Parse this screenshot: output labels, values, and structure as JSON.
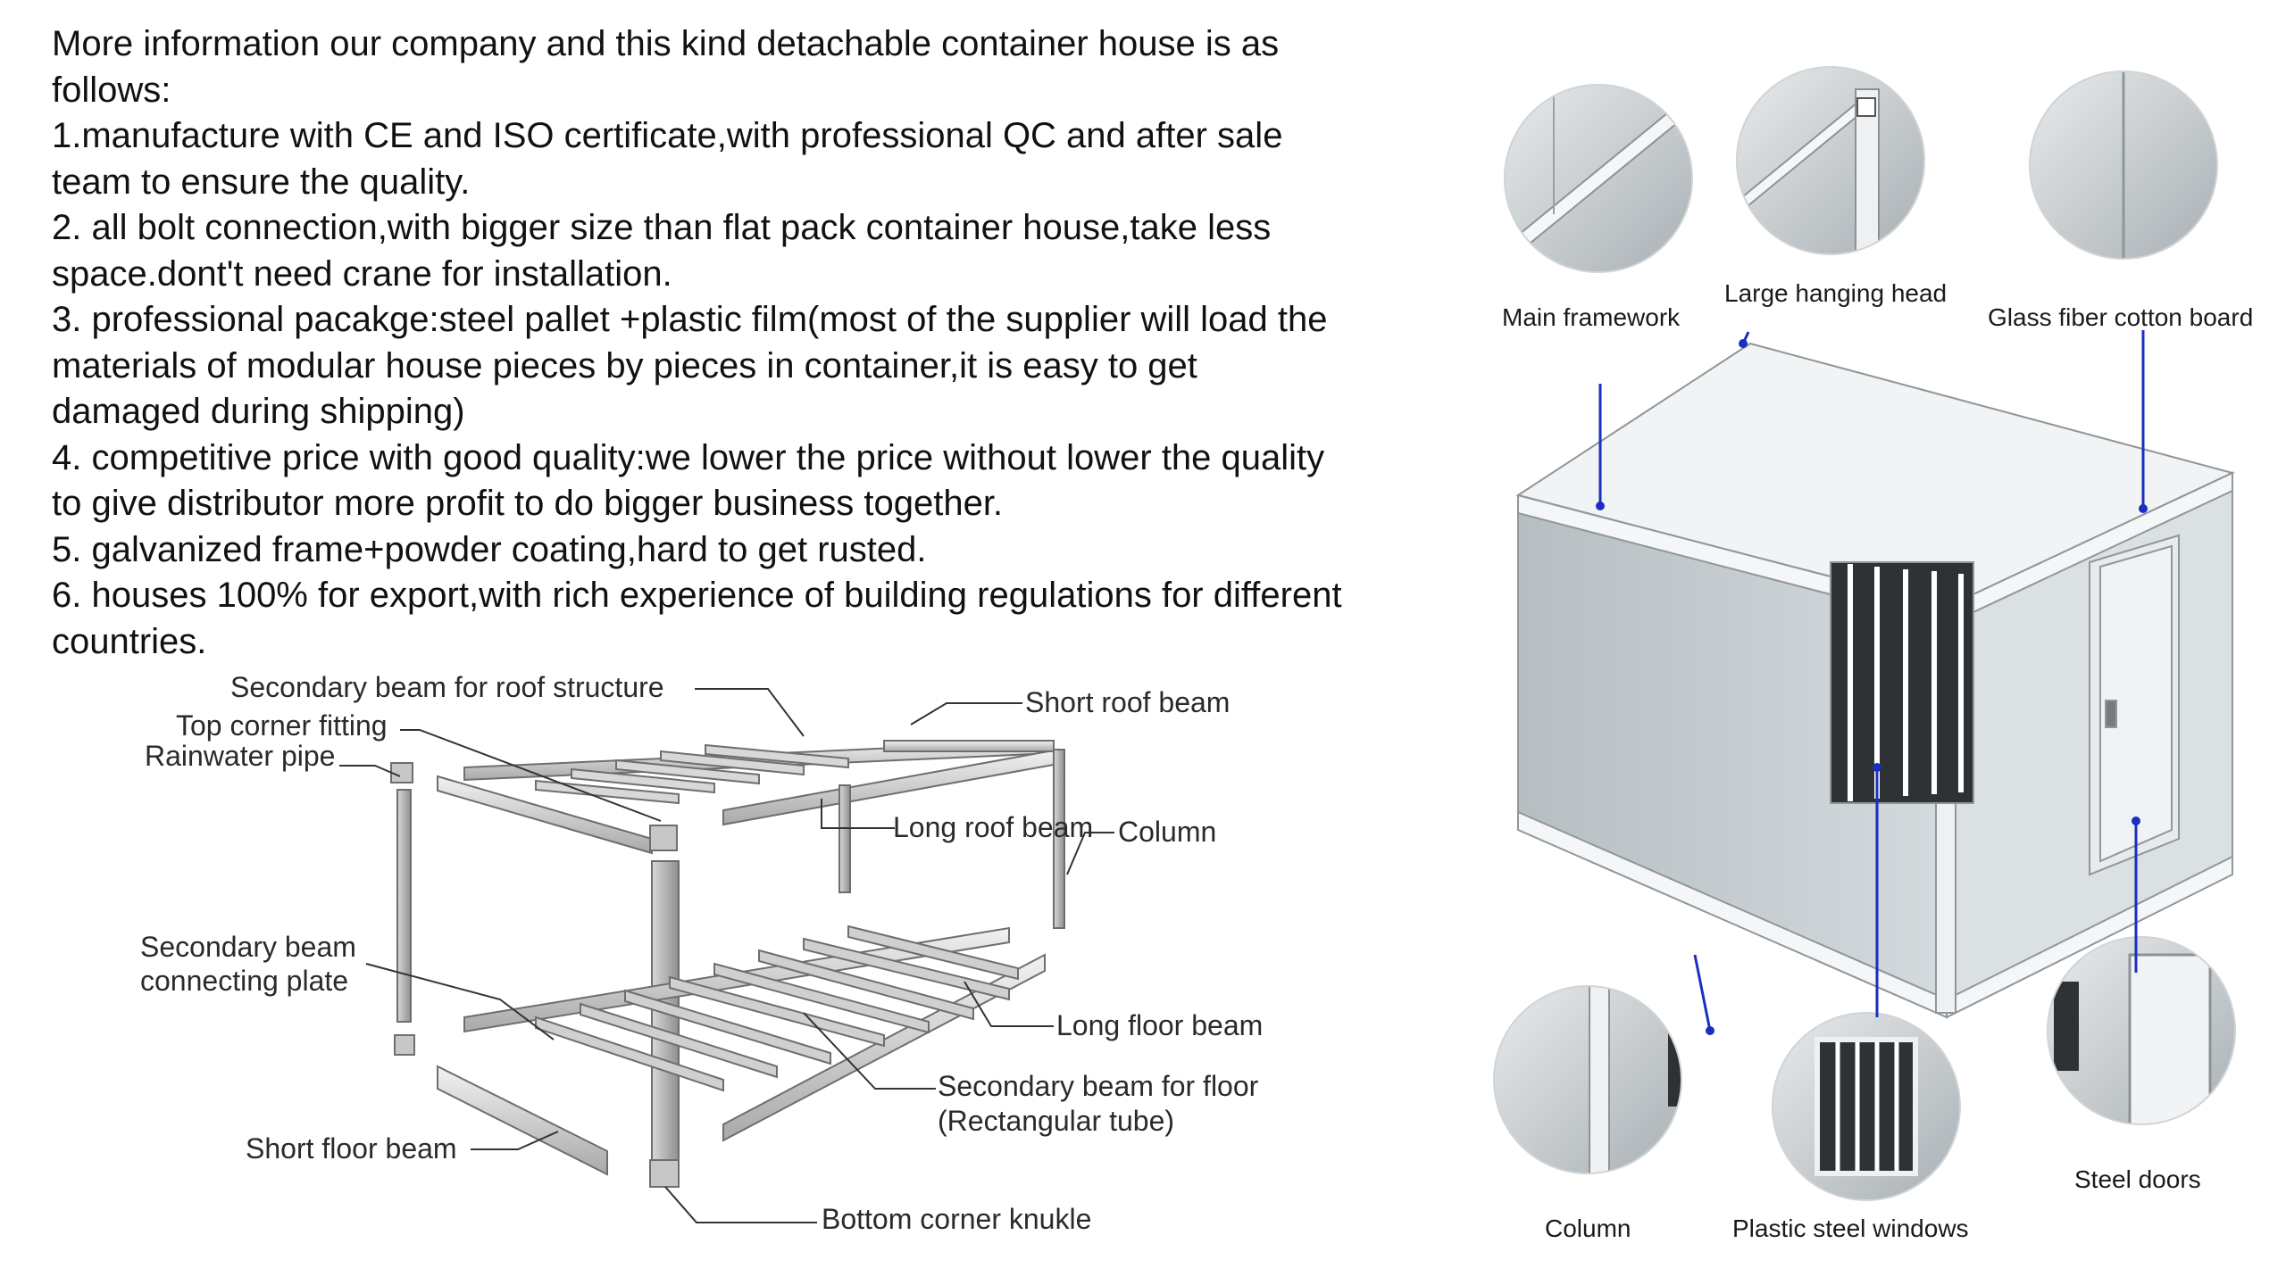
{
  "intro": {
    "lines": [
      "More information our company and this kind detachable container house is as",
      "follows:",
      "1.manufacture with CE and ISO certificate,with professional QC and after sale",
      "team to ensure the quality.",
      "2. all bolt connection,with bigger size than flat pack container house,take less",
      "space.dont't need crane for installation.",
      "3. professional pacakge:steel pallet +plastic film(most of the supplier will load the",
      "materials of modular house pieces by pieces in container,it is easy to get",
      "damaged during shipping)",
      "4. competitive price with good quality:we lower the price without lower the quality",
      "to give distributor more profit to do bigger business together.",
      "5. galvanized frame+powder coating,hard to get rusted.",
      "6. houses 100% for export,with rich experience of building regulations for different",
      "countries."
    ]
  },
  "structure_labels": {
    "secondary_roof": "Secondary beam for roof structure",
    "short_roof": "Short roof beam",
    "top_corner": "Top corner fitting",
    "rain_pipe": "Rainwater pipe",
    "long_roof": "Long roof beam",
    "column": "Column",
    "sec_plate_1": "Secondary beam",
    "sec_plate_2": "connecting plate",
    "long_floor": "Long floor beam",
    "sec_floor_1": "Secondary beam for floor",
    "sec_floor_2": "(Rectangular tube)",
    "short_floor": "Short floor beam",
    "bottom_corner": "Bottom corner knukle"
  },
  "photo_labels": {
    "main_framework": "Main framework",
    "hanging_head": "Large hanging head",
    "glass_fiber": "Glass fiber cotton board",
    "column": "Column",
    "windows": "Plastic steel windows",
    "steel_doors": "Steel doors"
  },
  "colors": {
    "callout_line": "#1a2fbf",
    "panel_gray": "#c9cfd2",
    "frame_white": "#eef0f1"
  }
}
